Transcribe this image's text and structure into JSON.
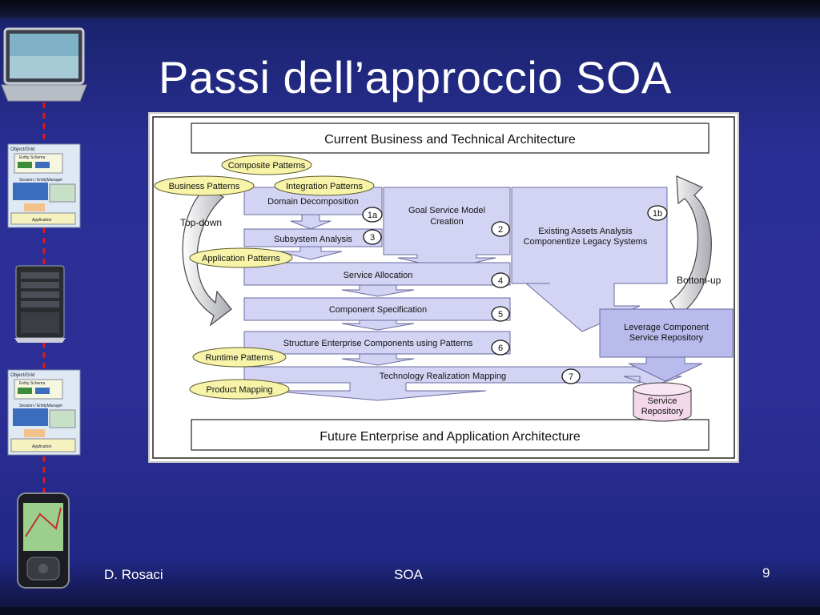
{
  "slide": {
    "title": "Passi dell’approccio SOA",
    "footer_left": "D. Rosaci",
    "footer_center": "SOA",
    "page_number": "9"
  },
  "diagram": {
    "top_box": "Current Business and Technical Architecture",
    "bottom_box": "Future Enterprise and Application Architecture",
    "patterns": {
      "composite": "Composite Patterns",
      "business": "Business Patterns",
      "integration": "Integration Patterns",
      "application": "Application Patterns",
      "runtime": "Runtime Patterns",
      "product": "Product Mapping"
    },
    "steps": {
      "domain": "Domain Decomposition",
      "goal_line1": "Goal Service Model",
      "goal_line2": "Creation",
      "existing_line1": "Existing Assets Analysis",
      "existing_line2": "Componentize Legacy Systems",
      "subsystem": "Subsystem Analysis",
      "allocation": "Service Allocation",
      "component": "Component Specification",
      "structure": "Structure Enterprise Components using Patterns",
      "technology": "Technology Realization Mapping",
      "leverage_line1": "Leverage Component",
      "leverage_line2": "Service Repository",
      "repo_line1": "Service",
      "repo_line2": "Repository"
    },
    "badges": {
      "b1a": "1a",
      "b1b": "1b",
      "b2": "2",
      "b3": "3",
      "b4": "4",
      "b5": "5",
      "b6": "6",
      "b7": "7"
    },
    "arrow_labels": {
      "top_down": "Top-down",
      "bottom_up": "Bottom-up"
    }
  },
  "sidebar": {
    "card_header": "Object/Grid",
    "card_schema": "Entity Schema",
    "card_session": "Session / EntityManager",
    "card_app": "Application"
  },
  "colors": {
    "step_fill": "#d3d4f4",
    "step_stroke": "#6a6aa0",
    "pattern_fill": "#f7f3a8",
    "pattern_stroke": "#5a5a30",
    "slide_bg": "#2a2f96"
  }
}
